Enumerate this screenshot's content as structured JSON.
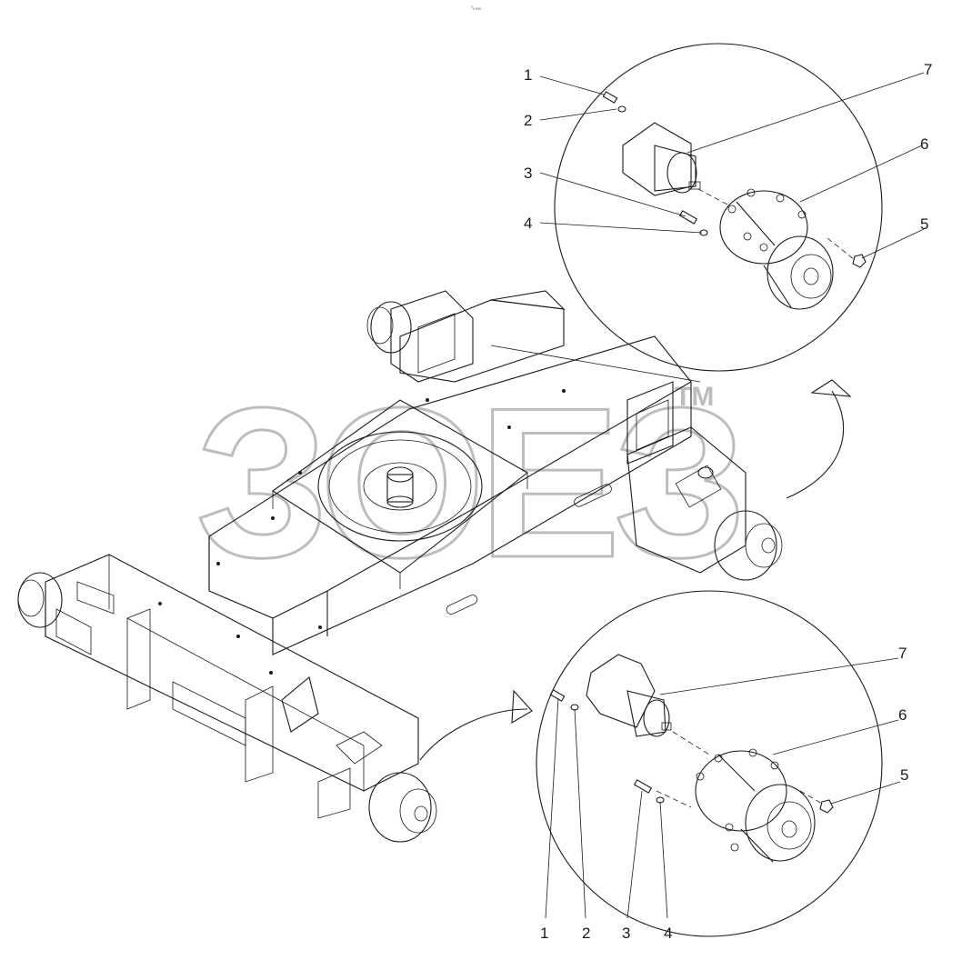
{
  "header_mark": "⁰ₐ ₐₐₐ",
  "watermark": {
    "text": "ЗОЕЗ",
    "tm": "TM",
    "color": "#bdbdbd"
  },
  "detail_top": {
    "callouts": [
      "1",
      "2",
      "3",
      "4",
      "5",
      "6",
      "7"
    ]
  },
  "detail_bottom": {
    "callouts": [
      "1",
      "2",
      "3",
      "4",
      "5",
      "6",
      "7"
    ]
  },
  "colors": {
    "line": "#1a1a1a",
    "background": "#ffffff"
  }
}
